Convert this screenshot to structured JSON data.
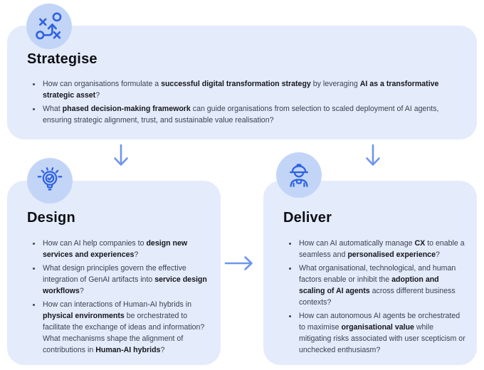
{
  "colors": {
    "card-bg": "#e4ebfb",
    "badge-bg": "#c3d5f7",
    "icon-blue": "#2f63e0",
    "arrow-blue": "#6e96e8",
    "title-color": "#0d0f14",
    "text-color": "#3a4250",
    "bold-color": "#14171c"
  },
  "cards": [
    {
      "id": "strategise",
      "title": "Strategise",
      "icon": "strategy-tactics-icon",
      "bullets": [
        [
          {
            "text": "How can organisations formulate a "
          },
          {
            "text": "successful digital transformation strategy",
            "bold": true
          },
          {
            "text": " by leveraging "
          },
          {
            "text": "AI as a transformative strategic asset",
            "bold": true
          },
          {
            "text": "?"
          }
        ],
        [
          {
            "text": "What "
          },
          {
            "text": "phased decision-making framework",
            "bold": true
          },
          {
            "text": " can guide organisations from selection to scaled deployment of AI agents, ensuring strategic alignment, trust, and sustainable value realisation?"
          }
        ]
      ]
    },
    {
      "id": "design",
      "title": "Design",
      "icon": "lightbulb-check-icon",
      "bullets": [
        [
          {
            "text": "How can AI help companies to "
          },
          {
            "text": "design new services and experiences",
            "bold": true
          },
          {
            "text": "?"
          }
        ],
        [
          {
            "text": "What design principles govern the effective integration of GenAI artifacts into "
          },
          {
            "text": "service design workflows",
            "bold": true
          },
          {
            "text": "?"
          }
        ],
        [
          {
            "text": "How can interactions of Human-AI hybrids in "
          },
          {
            "text": "physical environments",
            "bold": true
          },
          {
            "text": " be orchestrated to facilitate the exchange of ideas and information? What mechanisms shape the alignment of contributions in "
          },
          {
            "text": "Human-AI hybrids",
            "bold": true
          },
          {
            "text": "?"
          }
        ]
      ]
    },
    {
      "id": "deliver",
      "title": "Deliver",
      "icon": "engineer-hardhat-icon",
      "bullets": [
        [
          {
            "text": "How can AI automatically manage "
          },
          {
            "text": "CX",
            "bold": true
          },
          {
            "text": " to enable a seamless and "
          },
          {
            "text": "personalised experience",
            "bold": true
          },
          {
            "text": "?"
          }
        ],
        [
          {
            "text": "What organisational, technological, and human factors enable or inhibit the "
          },
          {
            "text": "adoption and scaling of AI agents",
            "bold": true
          },
          {
            "text": " across different business contexts?"
          }
        ],
        [
          {
            "text": "How can autonomous AI agents be orchestrated to maximise "
          },
          {
            "text": "organisational value",
            "bold": true
          },
          {
            "text": " while mitigating risks associated with user scepticism or unchecked enthusiasm?"
          }
        ]
      ]
    }
  ],
  "arrows": [
    {
      "name": "arrow-down-left",
      "direction": "down"
    },
    {
      "name": "arrow-down-right",
      "direction": "down"
    },
    {
      "name": "arrow-right-between",
      "direction": "right"
    }
  ]
}
